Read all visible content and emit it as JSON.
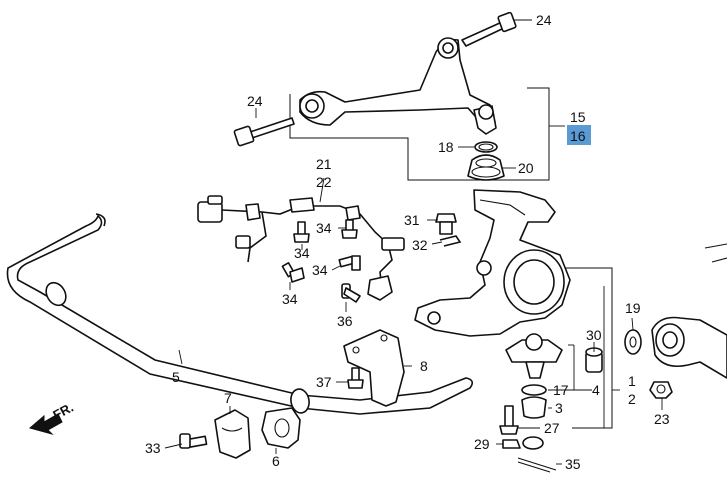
{
  "callouts": {
    "c1": "1",
    "c2": "2",
    "c3": "3",
    "c4": "4",
    "c5": "5",
    "c6": "6",
    "c7": "7",
    "c8": "8",
    "c15": "15",
    "c16": "16",
    "c17": "17",
    "c18": "18",
    "c19": "19",
    "c20": "20",
    "c21": "21",
    "c22": "22",
    "c23": "23",
    "c24a": "24",
    "c24b": "24",
    "c27": "27",
    "c29": "29",
    "c30": "30",
    "c31": "31",
    "c32": "32",
    "c33": "33",
    "c34a": "34",
    "c34b": "34",
    "c34c": "34",
    "c34d": "34",
    "c35": "35",
    "c36": "36",
    "c37": "37"
  },
  "front_label": "FR.",
  "colors": {
    "highlight": "#5b9bd5",
    "line": "#111111"
  }
}
